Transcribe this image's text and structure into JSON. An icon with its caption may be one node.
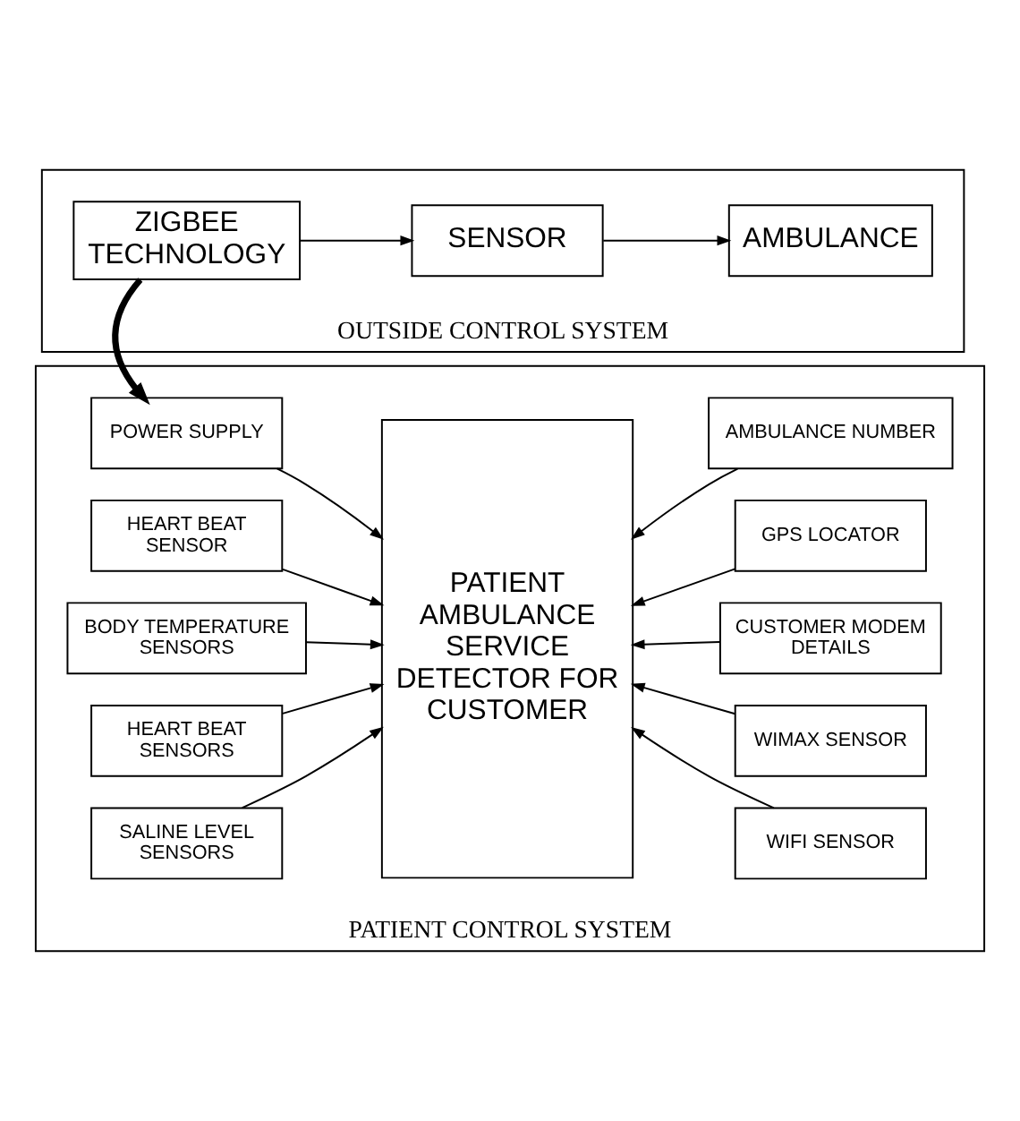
{
  "diagram": {
    "nodes": [
      {
        "text": [
          "PATIENT CONTROL SYSTEM"
        ]
      },
      {
        "text": [
          "SALINE LEVEL SENSORS"
        ],
        "in": 0
      },
      {
        "text": [
          "HEART BEAT SENSORS"
        ],
        "in": 0
      },
      {
        "text": [
          "BODY TEMPERATURE SENSORS"
        ],
        "in": 0
      },
      {
        "text": [
          "HEART BEAT SENSOR"
        ],
        "in": 0
      },
      {
        "text": [
          "POWER SUPPLY"
        ],
        "in": 0
      },
      {
        "text": [
          "PATIENT AMBULANCE SERVICE DETECTOR FOR CUSTOMER"
        ],
        "in": 0
      },
      {
        "text": [
          "WIFI SENSOR"
        ],
        "in": 0
      },
      {
        "text": [
          "WIMAX SENSOR"
        ],
        "in": 0
      },
      {
        "text": [
          "CUSTOMER MODEM DETAILS"
        ],
        "in": 0
      },
      {
        "text": [
          "GPS LOCATOR"
        ],
        "in": 0
      },
      {
        "text": [
          "AMBULANCE NUMBER"
        ],
        "in": 0
      },
      {
        "text": [
          "OUTSIDE CONTROL SYSTEM"
        ]
      },
      {
        "text": [
          "ZIGBEE TECHNOLOGY"
        ],
        "in": 12
      },
      {
        "text": [
          "SENSOR"
        ],
        "in": 12
      },
      {
        "text": [
          "AMBULANCE"
        ],
        "in": 12
      }
    ],
    "edges": [
      {
        "from": 1,
        "to": 6,
        "arrow": "to"
      },
      {
        "from": 2,
        "to": 6,
        "arrow": "to"
      },
      {
        "from": 3,
        "to": 6,
        "arrow": "to"
      },
      {
        "from": 4,
        "to": 6,
        "arrow": "to"
      },
      {
        "from": 5,
        "to": 6,
        "arrow": "to"
      },
      {
        "from": 7,
        "to": 6,
        "arrow": "to"
      },
      {
        "from": 8,
        "to": 6,
        "arrow": "to"
      },
      {
        "from": 9,
        "to": 6,
        "arrow": "to"
      },
      {
        "from": 10,
        "to": 6,
        "arrow": "to"
      },
      {
        "from": 11,
        "to": 6,
        "arrow": "to"
      },
      {
        "from": 13,
        "to": 5,
        "arrow": "to",
        "style": "thick"
      },
      {
        "from": 13,
        "to": 14,
        "arrow": "to"
      },
      {
        "from": 14,
        "to": 15,
        "arrow": "to"
      }
    ]
  }
}
